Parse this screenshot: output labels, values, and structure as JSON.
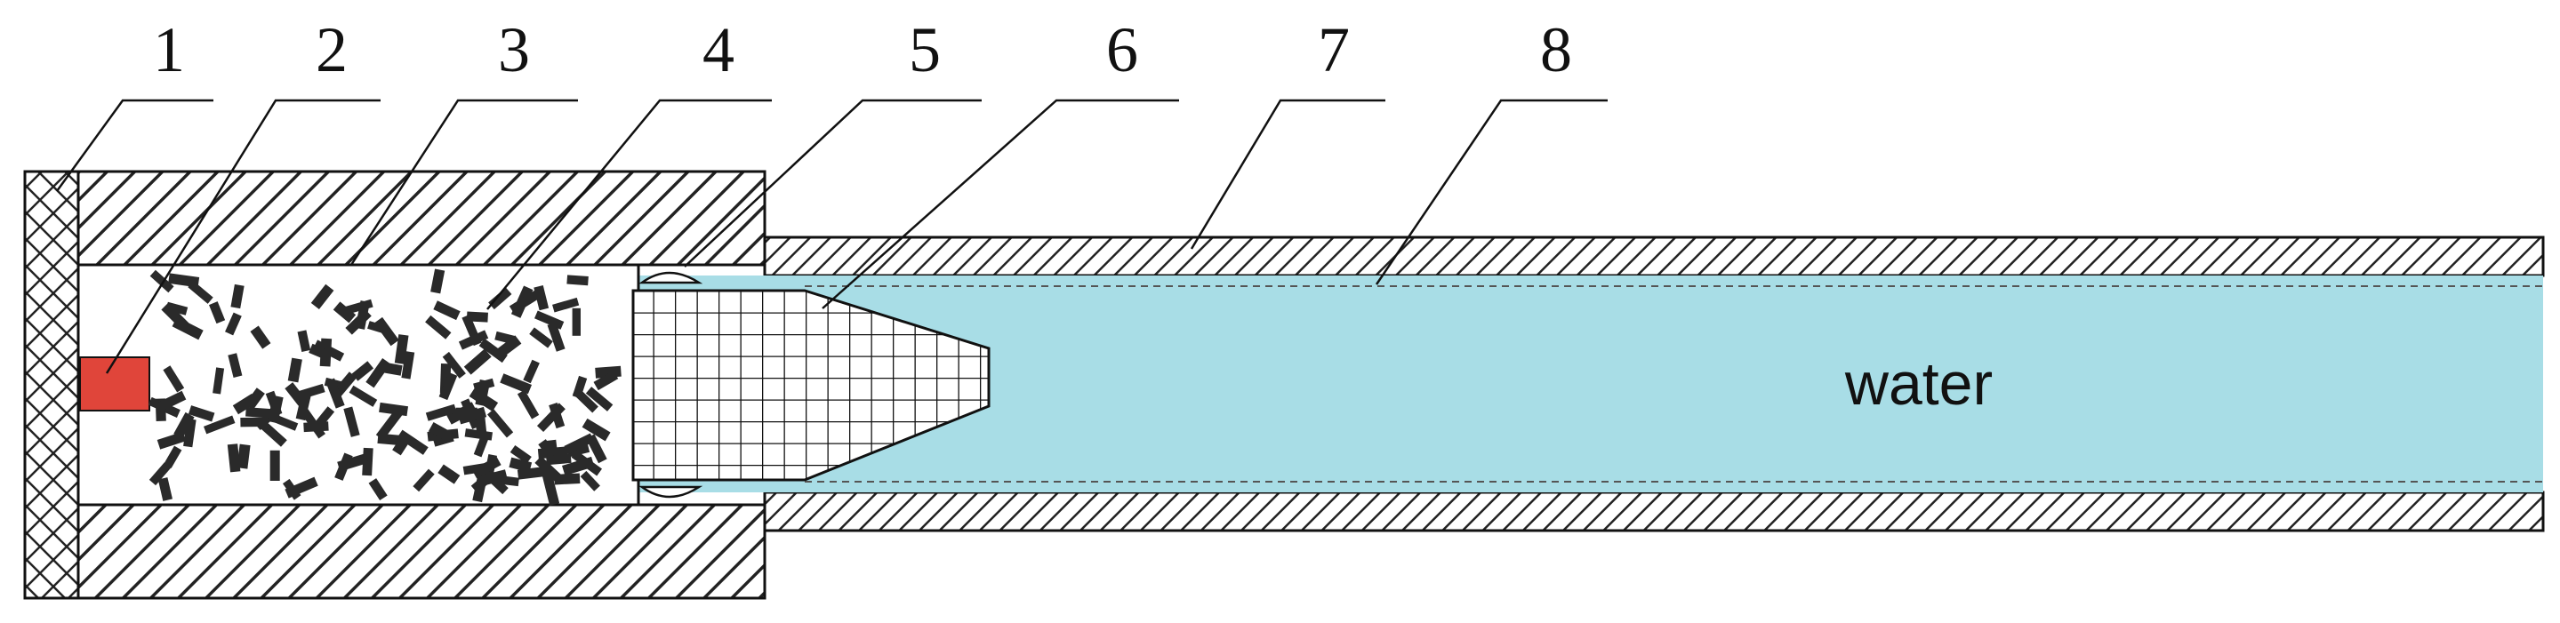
{
  "callouts": [
    {
      "label": "1",
      "part": "end-plate"
    },
    {
      "label": "2",
      "part": "igniter"
    },
    {
      "label": "3",
      "part": "chamber-housing"
    },
    {
      "label": "4",
      "part": "propellant-grains"
    },
    {
      "label": "5",
      "part": "seal-ring"
    },
    {
      "label": "6",
      "part": "projectile"
    },
    {
      "label": "7",
      "part": "barrel-wall"
    },
    {
      "label": "8",
      "part": "water-column"
    }
  ],
  "water_text": "water",
  "colors": {
    "water": "#a8dde6",
    "igniter": "#e0453a",
    "grain": "#2a2a2a",
    "hatch": "#222222",
    "outline": "#111111"
  }
}
